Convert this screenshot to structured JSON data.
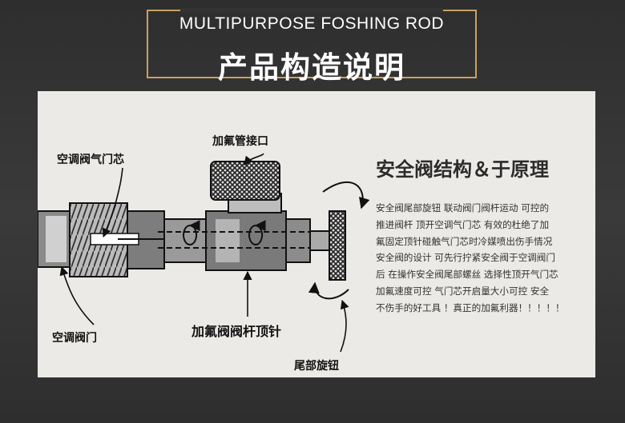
{
  "header": {
    "subtitle": "MULTIPURPOSE FOSHING ROD",
    "title": "产品构造说明"
  },
  "diagram": {
    "labels": {
      "charging_port": "加氟管接口",
      "ac_valve_core": "空调阀气门芯",
      "ac_valve": "空调阀门",
      "valve_stem_pin": "加氟阀阀杆顶针",
      "tail_knob": "尾部旋钮"
    }
  },
  "description": {
    "title": "安全阀结构＆于原理",
    "lines": [
      "安全阀尾部旋钮 联动阀门阀杆运动  可控的",
      "推进阀杆 顶开空调气门芯  有效的杜绝了加",
      "氟固定顶针碰触气门芯时冷媒喷出伤手情况",
      "安全阀的设计 可先行拧紧安全阀于空调阀门",
      "后 在操作安全阀尾部螺丝 选择性顶开气门芯",
      "加氟速度可控  气门芯开启量大小可控 安全",
      "不伤手的好工具 ！真正的加氟利器！！！！！"
    ]
  },
  "colors": {
    "background": "#333333",
    "accent_gold": "#c9a25f",
    "panel": "#eceae7"
  }
}
